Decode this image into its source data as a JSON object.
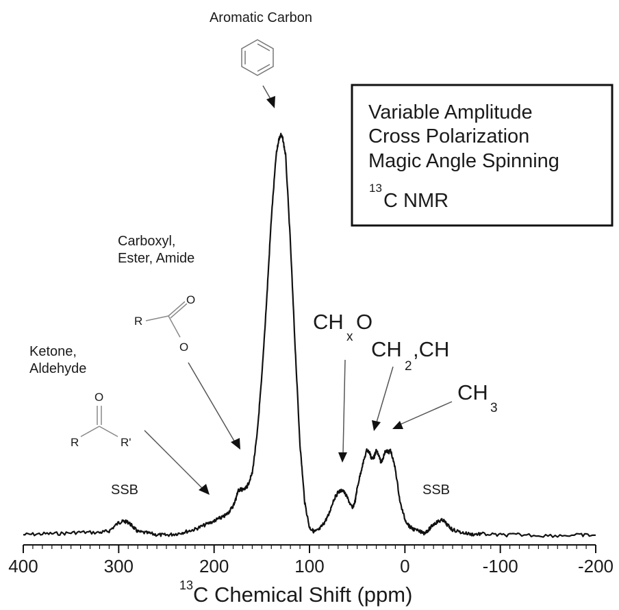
{
  "chart_data": {
    "type": "line",
    "title": "",
    "xlabel_sup": "13",
    "xlabel": "C Chemical Shift (ppm)",
    "ylabel": "",
    "xlim": [
      400,
      -200
    ],
    "x_reversed": true,
    "x_ticks": [
      400,
      300,
      200,
      100,
      0,
      -100,
      -200
    ],
    "x_tick_labels": [
      "400",
      "300",
      "200",
      "100",
      "0",
      "-100",
      "-200"
    ],
    "grid": false,
    "legend_box": {
      "lines": [
        "Variable Amplitude",
        "Cross Polarization",
        "Magic Angle Spinning"
      ],
      "nmr_sup": "13",
      "nmr_text": "C NMR"
    },
    "annotations": {
      "aromatic": "Aromatic Carbon",
      "carboxyl_1": "Carboxyl,",
      "carboxyl_2": "Ester, Amide",
      "ketone_1": "Ketone,",
      "ketone_2": "Aldehyde",
      "chxo_main": "CH",
      "chxo_sub": "x",
      "chxo_end": "O",
      "ch2ch_main": "CH",
      "ch2ch_sub": "2",
      "ch2ch_end": ",CH",
      "ch3_main": "CH",
      "ch3_sub": "3",
      "ssb_left": "SSB",
      "ssb_right": "SSB",
      "struct_R": "R",
      "struct_Rp": "R'",
      "struct_O": "O"
    },
    "x": [
      400,
      380,
      360,
      340,
      320,
      310,
      300,
      295,
      290,
      285,
      280,
      270,
      260,
      250,
      240,
      230,
      220,
      210,
      200,
      195,
      190,
      185,
      180,
      177,
      175,
      172,
      170,
      167,
      165,
      160,
      155,
      150,
      145,
      140,
      135,
      132,
      130,
      128,
      125,
      120,
      115,
      110,
      105,
      100,
      95,
      90,
      85,
      80,
      75,
      70,
      65,
      60,
      55,
      52,
      50,
      45,
      40,
      37,
      35,
      32,
      30,
      27,
      25,
      20,
      17,
      15,
      10,
      5,
      0,
      -5,
      -10,
      -20,
      -25,
      -30,
      -35,
      -40,
      -45,
      -50,
      -60,
      -70,
      -80,
      -100,
      -120,
      -150,
      -180,
      -200
    ],
    "y": [
      0.3,
      0.5,
      0.6,
      0.9,
      0.8,
      1.2,
      3.2,
      3.5,
      3.3,
      2.2,
      1.0,
      0.7,
      0.3,
      0.2,
      0.5,
      1.0,
      1.6,
      2.6,
      3.6,
      4.2,
      4.6,
      5.6,
      7.2,
      9.0,
      10.8,
      11.2,
      11.0,
      11.3,
      12.0,
      15.0,
      24.0,
      38.0,
      56.0,
      76.0,
      91.0,
      95.0,
      96.0,
      95.0,
      91.0,
      70.0,
      45.0,
      22.0,
      8.0,
      2.0,
      1.0,
      1.5,
      3.0,
      5.0,
      8.5,
      10.5,
      11.0,
      9.0,
      6.5,
      8.5,
      11.5,
      16.5,
      20.5,
      20.0,
      18.5,
      19.0,
      20.5,
      19.0,
      17.5,
      20.5,
      20.0,
      20.5,
      16.0,
      8.0,
      4.0,
      2.2,
      1.5,
      0.7,
      1.5,
      2.8,
      3.5,
      3.8,
      2.5,
      1.5,
      0.8,
      0.4,
      0.5,
      0.2,
      0.3,
      0.1,
      0.2,
      0.2
    ]
  }
}
